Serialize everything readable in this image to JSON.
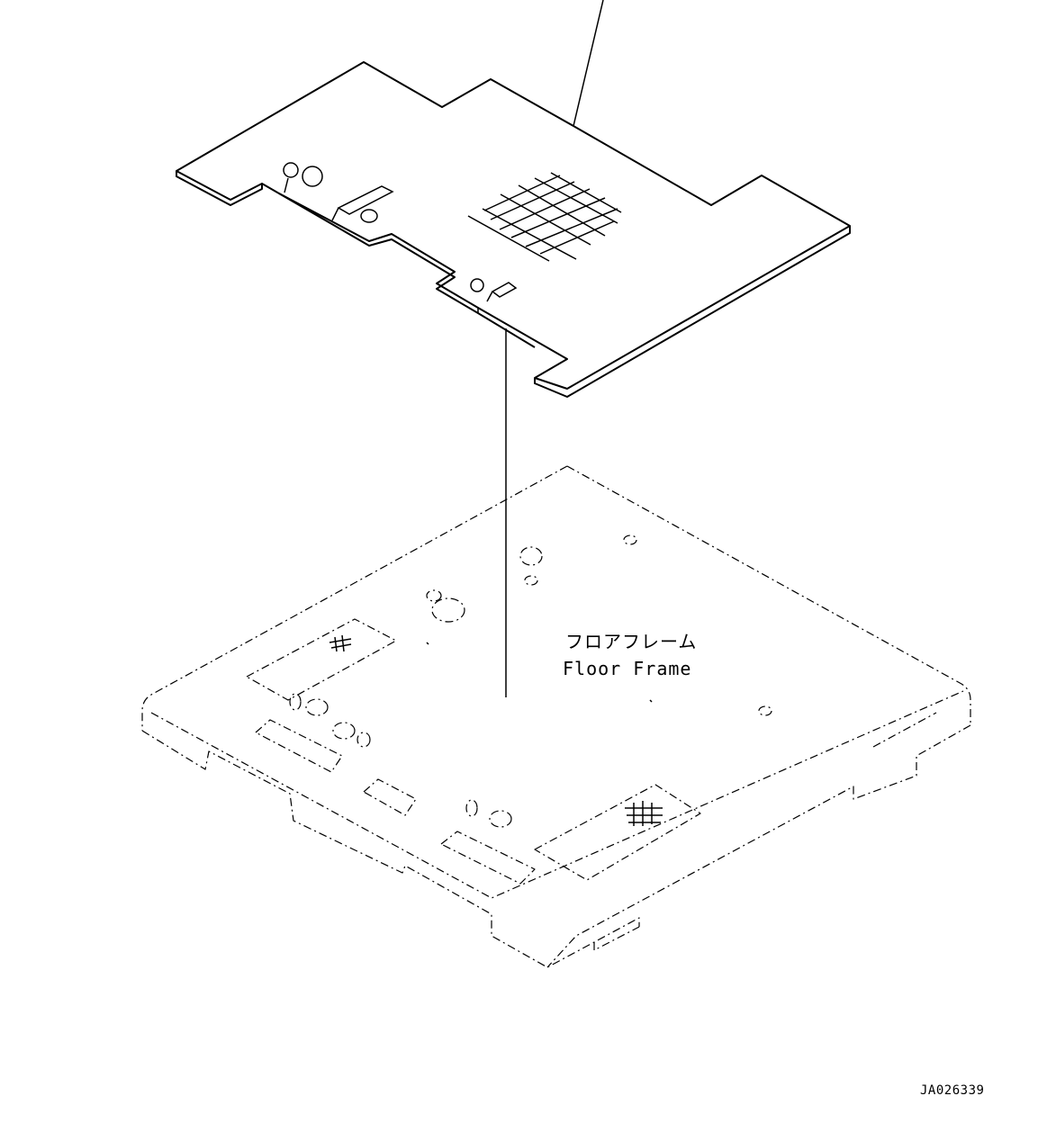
{
  "labels": {
    "part_name_ja": "フロアフレーム",
    "part_name_en": "Floor Frame"
  },
  "drawing_code": "JA026339",
  "colors": {
    "line": "#000000",
    "background": "#ffffff"
  }
}
